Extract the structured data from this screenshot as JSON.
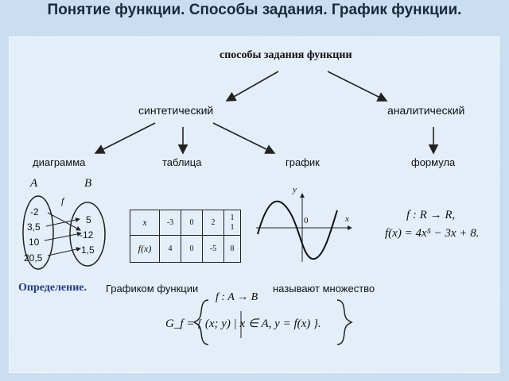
{
  "title": "Понятие функции. Способы задания. График функции.",
  "root": "способы задания функции",
  "level1": {
    "left": "синтетический",
    "right": "аналитический"
  },
  "level2": {
    "diagram": "диаграмма",
    "table": "таблица",
    "graph": "график",
    "formula": "формула"
  },
  "diagram": {
    "set_a": "A",
    "set_b": "B",
    "f": "f",
    "a_values": [
      "-2",
      "3,5",
      "10",
      "20,5"
    ],
    "b_values": [
      "5",
      "-12",
      "1,5"
    ]
  },
  "table": {
    "row1_head": "x",
    "row1": [
      "-3",
      "0",
      "2",
      "1\n1"
    ],
    "row2_head": "f(x)",
    "row2": [
      "4",
      "0",
      "-5",
      "8"
    ]
  },
  "graph": {
    "x_label": "x",
    "y_label": "y",
    "origin": "0"
  },
  "formula": {
    "line1": "f : R → R,",
    "line2": "f(x) = 4x⁵ − 3x + 8."
  },
  "definition": {
    "label": "Определение.",
    "text1": "Графиком функции",
    "func": "f : A → B",
    "text2": "называют множество",
    "set": "G_f = { (x; y) | x ∈ A, y = f(x) }."
  }
}
